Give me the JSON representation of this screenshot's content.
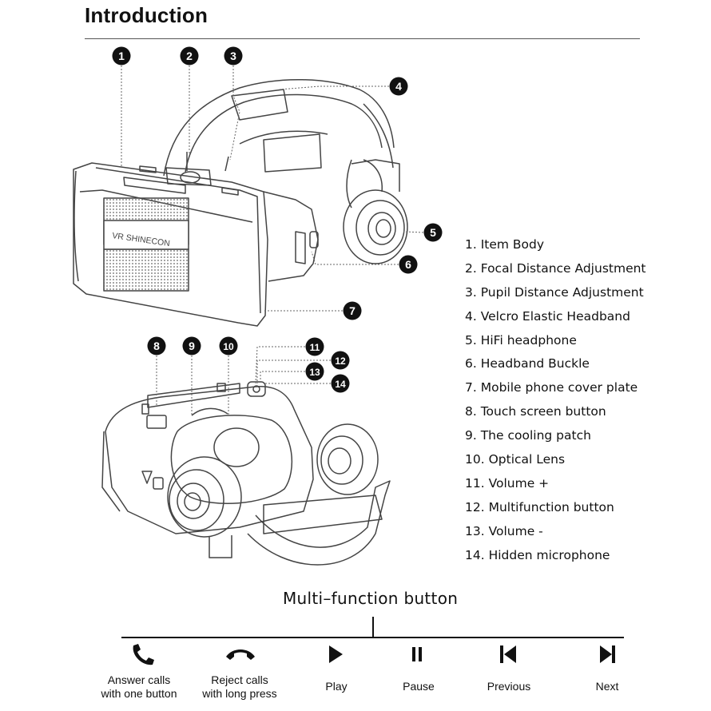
{
  "title": "Introduction",
  "brand": "VR SHINECON",
  "callouts": [
    "1",
    "2",
    "3",
    "4",
    "5",
    "6",
    "7",
    "8",
    "9",
    "10",
    "11",
    "12",
    "13",
    "14"
  ],
  "parts": [
    "1. Item Body",
    "2. Focal Distance Adjustment",
    "3. Pupil Distance Adjustment",
    "4. Velcro Elastic Headband",
    "5. HiFi headphone",
    "6. Headband Buckle",
    "7. Mobile phone cover plate",
    "8. Touch screen button",
    "9. The cooling patch",
    "10. Optical Lens",
    "11. Volume +",
    "12. Multifunction button",
    "13. Volume -",
    "14. Hidden microphone"
  ],
  "multifunction": {
    "title": "Multi–function button",
    "functions": [
      {
        "label": "Answer calls\nwith one button",
        "icon": "phone-answer-icon"
      },
      {
        "label": "Reject calls\nwith long press",
        "icon": "phone-hangup-icon"
      },
      {
        "label": "Play",
        "icon": "play-icon"
      },
      {
        "label": "Pause",
        "icon": "pause-icon"
      },
      {
        "label": "Previous",
        "icon": "previous-icon"
      },
      {
        "label": "Next",
        "icon": "next-icon"
      }
    ]
  }
}
